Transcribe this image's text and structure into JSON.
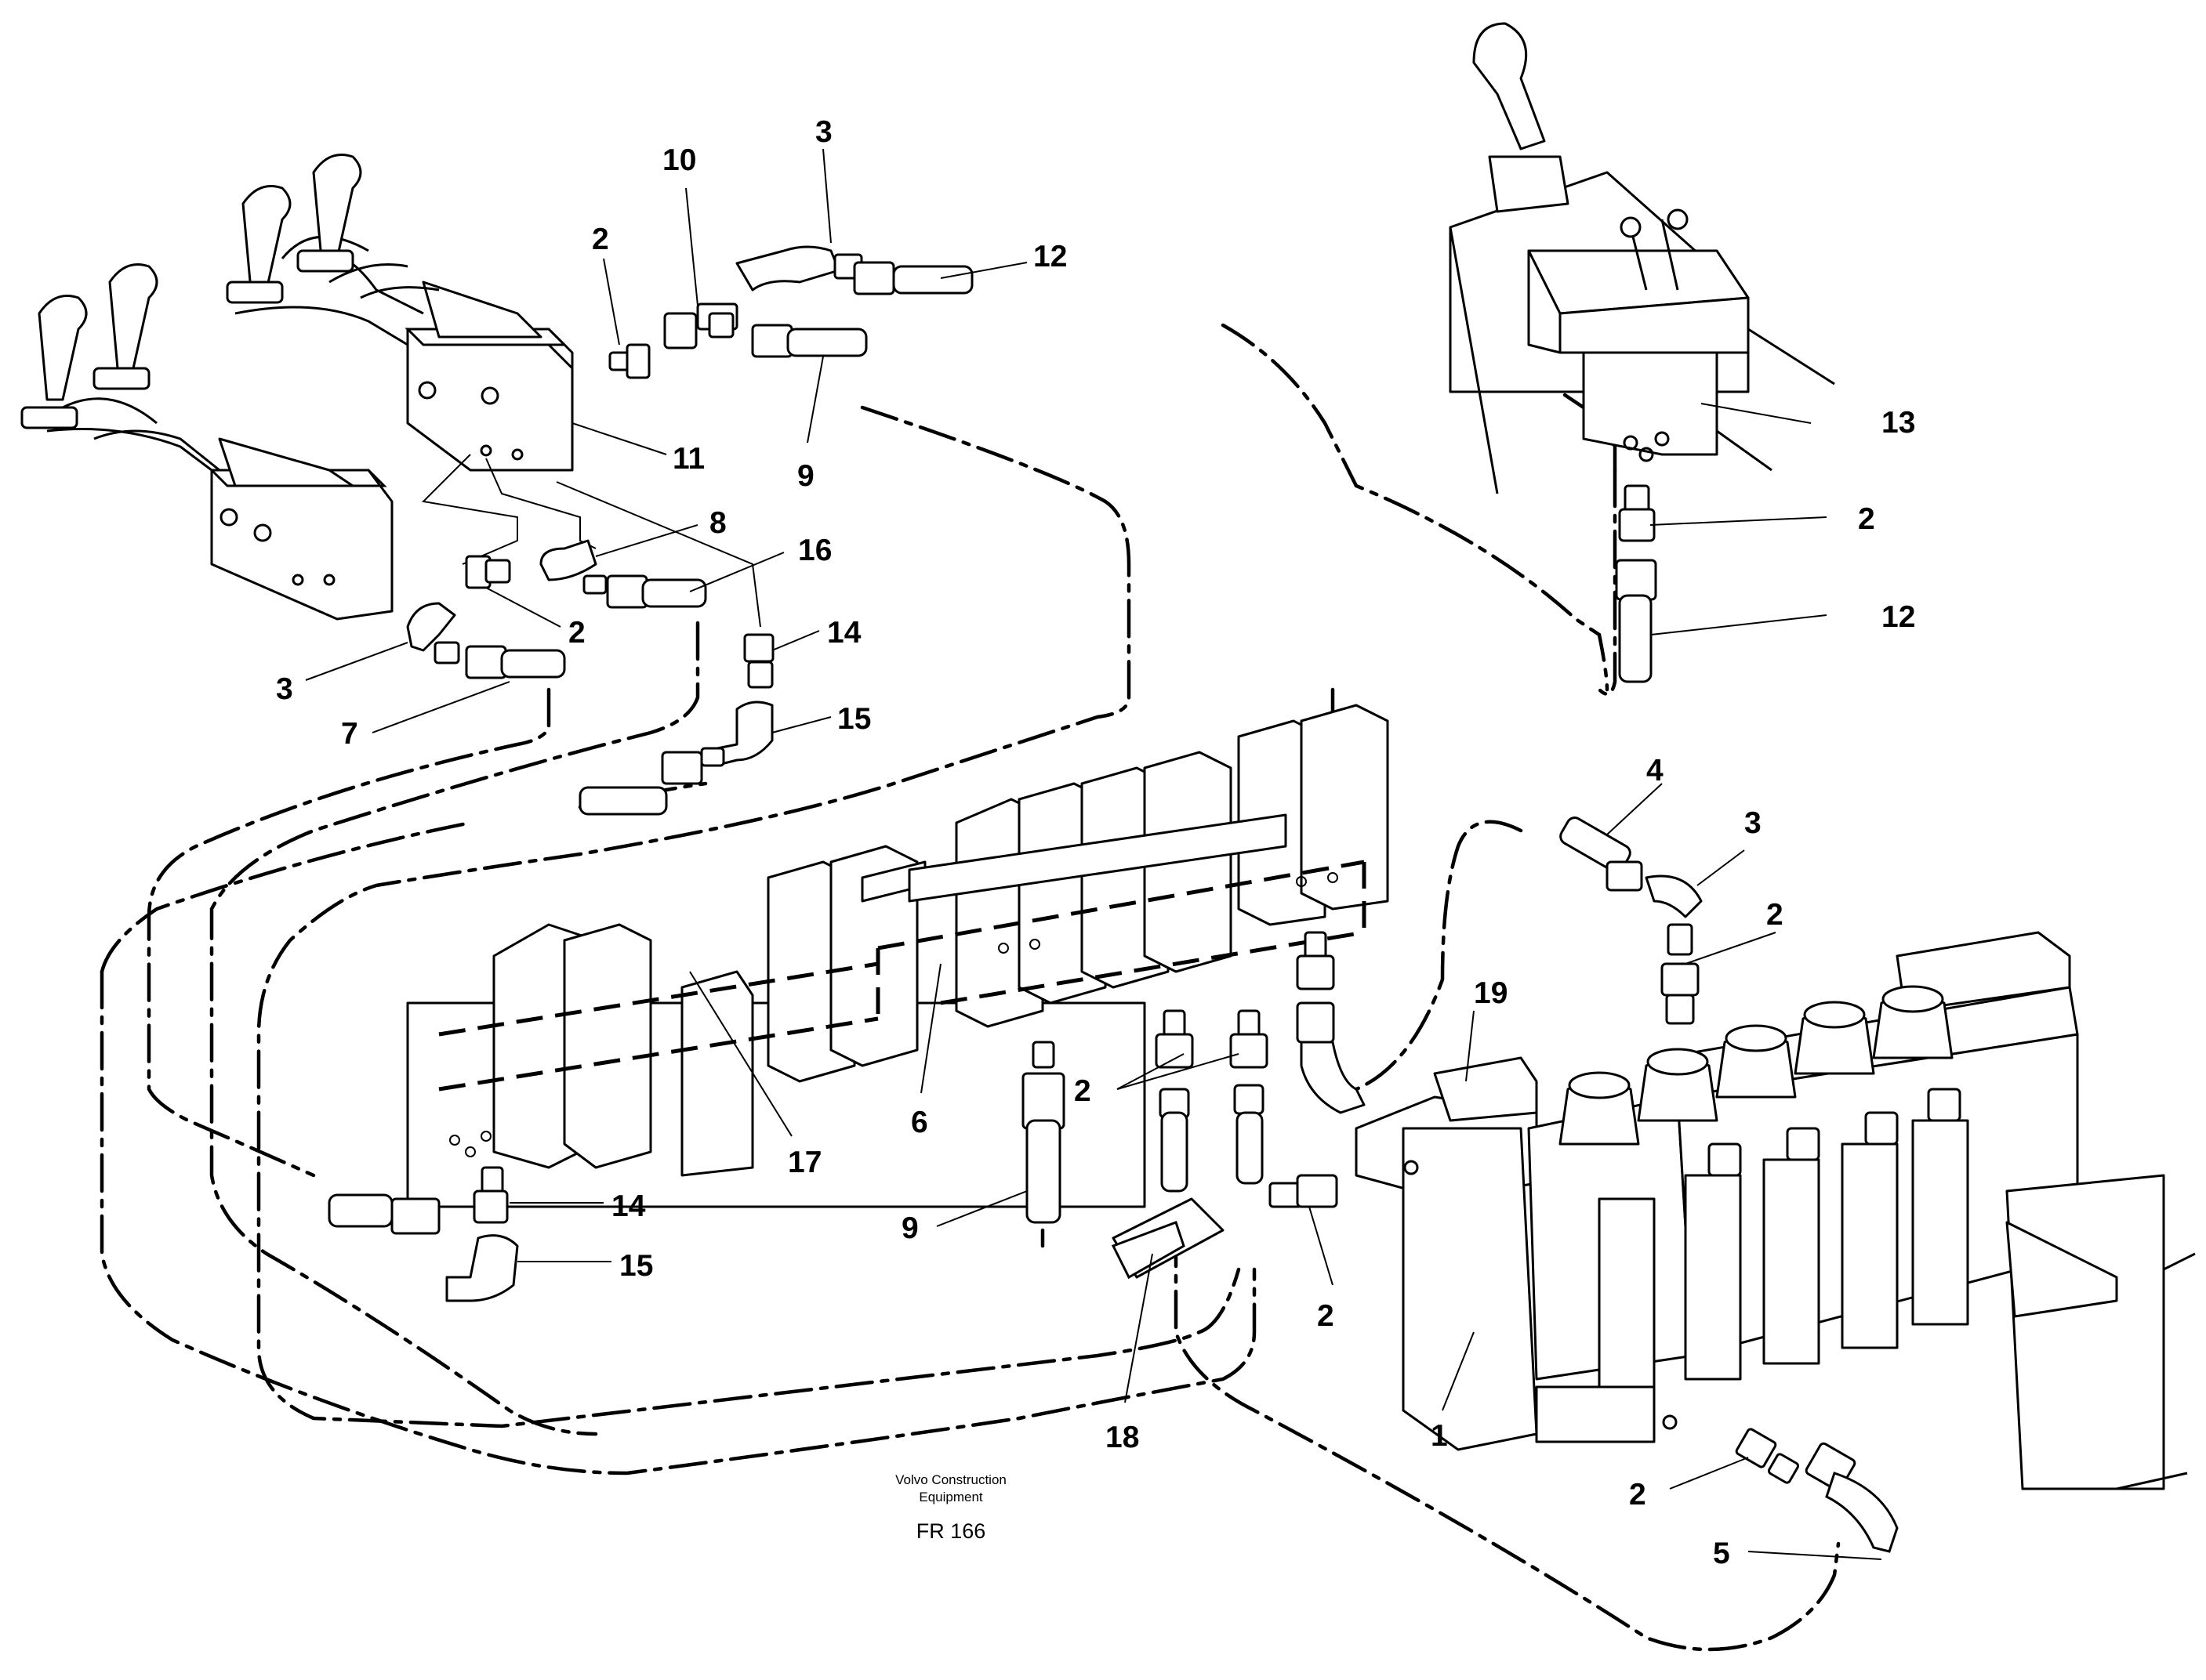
{
  "credit": {
    "line1": "Volvo Construction",
    "line2": "Equipment"
  },
  "figure_code": "FR 166",
  "callouts": [
    "1",
    "2",
    "3",
    "4",
    "5",
    "6",
    "7",
    "8",
    "9",
    "10",
    "11",
    "12",
    "13",
    "14",
    "15",
    "16",
    "17",
    "18",
    "19"
  ],
  "labels": {
    "top_2": "2",
    "top_10": "10",
    "top_3": "3",
    "top_12": "12",
    "left_11": "11",
    "left_9": "9",
    "left_8": "8",
    "left_16": "16",
    "left_2": "2",
    "left_14": "14",
    "left_3": "3",
    "left_7": "7",
    "left_15": "15",
    "right_13": "13",
    "right_2": "2",
    "right_12": "12",
    "block_17": "17",
    "block_6": "6",
    "low_14": "14",
    "low_15": "15",
    "low_9": "9",
    "mid_2": "2",
    "mid_18": "18",
    "valve_4": "4",
    "valve_3": "3",
    "valve_2": "2",
    "valve_19": "19",
    "valve_2b": "2",
    "valve_1": "1",
    "valve_2c": "2",
    "valve_5": "5"
  }
}
